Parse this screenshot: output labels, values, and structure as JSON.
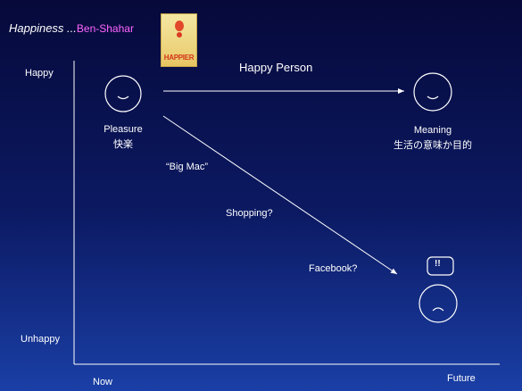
{
  "title": {
    "main": "Happiness",
    "ellipsis": " ...",
    "author": "Ben-Shahar"
  },
  "book_cover": {
    "title_text": "HAPPIER"
  },
  "axis": {
    "y_top": "Happy",
    "y_bottom": "Unhappy",
    "x_left": "Now",
    "x_right": "Future"
  },
  "arrow_label": "Happy Person",
  "nodes": {
    "pleasure": {
      "label": "Pleasure",
      "label_jp": "快楽"
    },
    "meaning": {
      "label": "Meaning",
      "label_jp": "生活の意味か目的"
    }
  },
  "diagonal_labels": {
    "big_mac": "“Big Mac”",
    "shopping": "Shopping?",
    "facebook": "Facebook?"
  },
  "speech_bubble": "!!"
}
